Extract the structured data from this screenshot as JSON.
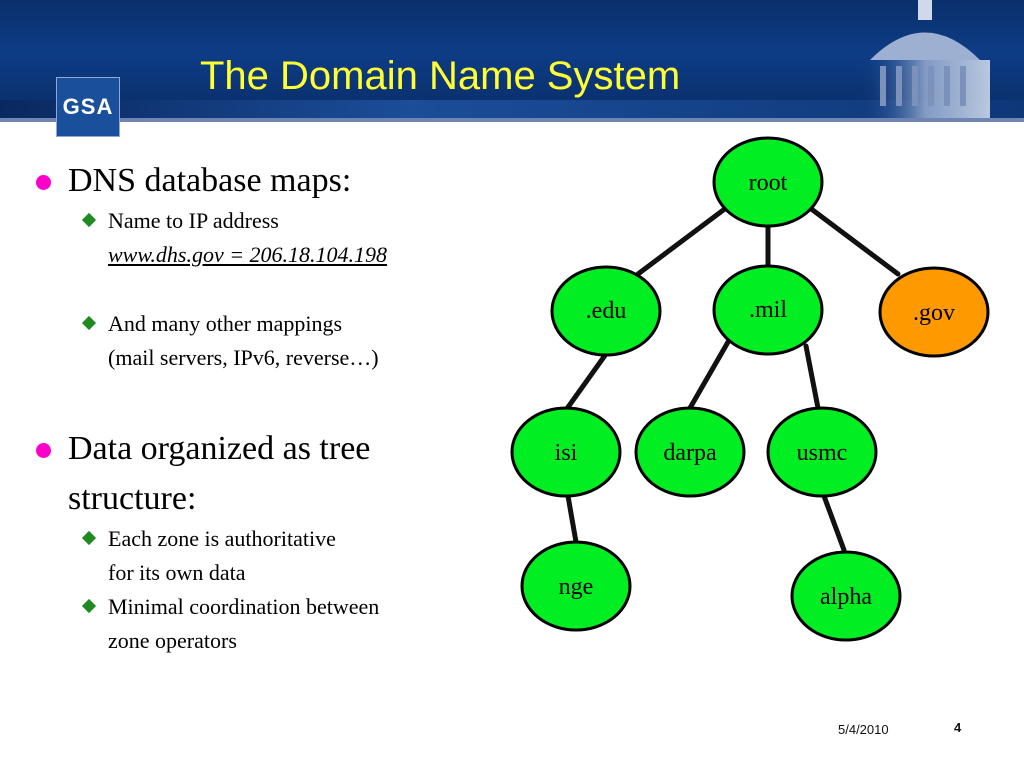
{
  "header": {
    "title": "The Domain Name System",
    "logo_text": "GSA"
  },
  "bullets": {
    "dns_maps": "DNS database maps:",
    "name_to_ip": "Name to IP address",
    "example": "www.dhs.gov = 206.18.104.198",
    "other_mappings_1": "And many other mappings",
    "other_mappings_2": "(mail servers, IPv6, reverse…)",
    "tree_1": "Data organized as tree",
    "tree_2": "structure:",
    "zone_1": "Each zone is authoritative",
    "zone_2": "for its own data",
    "coord_1": "Minimal coordination between",
    "coord_2": "zone operators"
  },
  "tree": {
    "nodes": {
      "root": "root",
      "edu": ".edu",
      "mil": ".mil",
      "gov": ".gov",
      "isi": "isi",
      "darpa": "darpa",
      "usmc": "usmc",
      "nge": "nge",
      "alpha": "alpha"
    },
    "colors": {
      "node_fill": "#00ee22",
      "highlight_fill": "#ff9900",
      "stroke": "#000000"
    }
  },
  "footer": {
    "date": "5/4/2010",
    "page": "4"
  }
}
